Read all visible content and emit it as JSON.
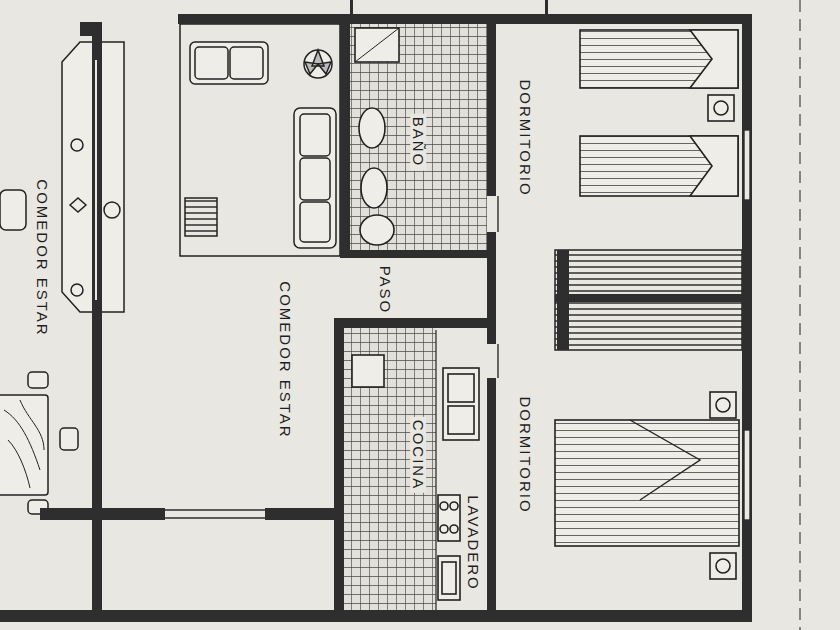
{
  "diagram": {
    "labels": [
      "COMEDOR ESTAR",
      "BAÑO",
      "COMEDOR ESTAR",
      "PASO",
      "COCINA",
      "LAVADERO",
      "DORMITORIO",
      "DORMITORIO"
    ]
  }
}
